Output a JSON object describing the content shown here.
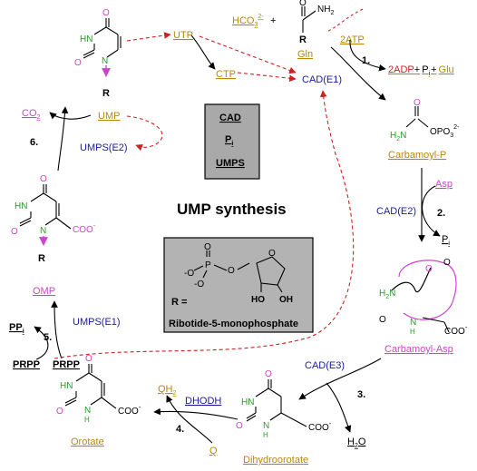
{
  "title": "UMP synthesis",
  "legend": {
    "items": [
      "CAD",
      "P",
      "UMPS"
    ],
    "p_sub": "i"
  },
  "ribose": {
    "caption": "Ribotide-5-monophosphate",
    "r_label": "R =",
    "o1": "O",
    "o2": "O",
    "o3": "O",
    "o4": "O",
    "p": "P",
    "ho": "HO",
    "oh": "OH"
  },
  "steps": [
    "1.",
    "2.",
    "3.",
    "4.",
    "5.",
    "6."
  ],
  "enzymes": {
    "cad_e1": "CAD(E1)",
    "cad_e2": "CAD(E2)",
    "cad_e3": "CAD(E3)",
    "dhodh": "DHODH",
    "umps_e1": "UMPS(E1)",
    "umps_e2": "UMPS(E2)"
  },
  "metabolites": {
    "utp": "UTP",
    "ctp": "CTP",
    "hco3": "HCO",
    "hco3_sub": "3",
    "hco3_sup": "2-",
    "plus": "+",
    "gln": "Gln",
    "atp2": "2ATP",
    "adp2": "2ADP",
    "pi": "P",
    "pi_sub": "i",
    "glu": "Glu",
    "carbamoyl_p": "Carbamoyl-P",
    "asp": "Asp",
    "carbamoyl_asp": "Carbamoyl-Asp",
    "dihydroorotate": "Dihydroorotate",
    "h2o": "H",
    "h2o_sub": "2",
    "h2o_end": "O",
    "oh_red": "QH",
    "oh_red_sub": "2",
    "q": "Q",
    "orotate": "Orotate",
    "prpp": "PRPP",
    "ppi": "PP",
    "ppi_sub": "i",
    "omp": "OMP",
    "ump": "UMP",
    "co2": "CO",
    "co2_sub": "2"
  },
  "atoms": {
    "o": "O",
    "n": "N",
    "hn": "HN",
    "nh": "NH",
    "h": "H",
    "r": "R",
    "coo": "COO",
    "coo_minus": "COO",
    "h2n": "H",
    "h2n_sub": "2",
    "n_after": "N",
    "opo3": "OPO",
    "opo3_sub": "3",
    "opo3_sup": "2-",
    "nh2": "NH",
    "nh2_sub": "2",
    "minus": "-"
  },
  "colors": {
    "ring": "#000000",
    "n_green": "#2a9a2a",
    "o_pink": "#cc44cc",
    "enzyme_blue": "#1a1a8c",
    "metabolite_gold": "#b5880b",
    "dashed_red": "#cc2222",
    "legend_gray": "#aaaaaa",
    "cad_text": "#1a1aa0"
  }
}
